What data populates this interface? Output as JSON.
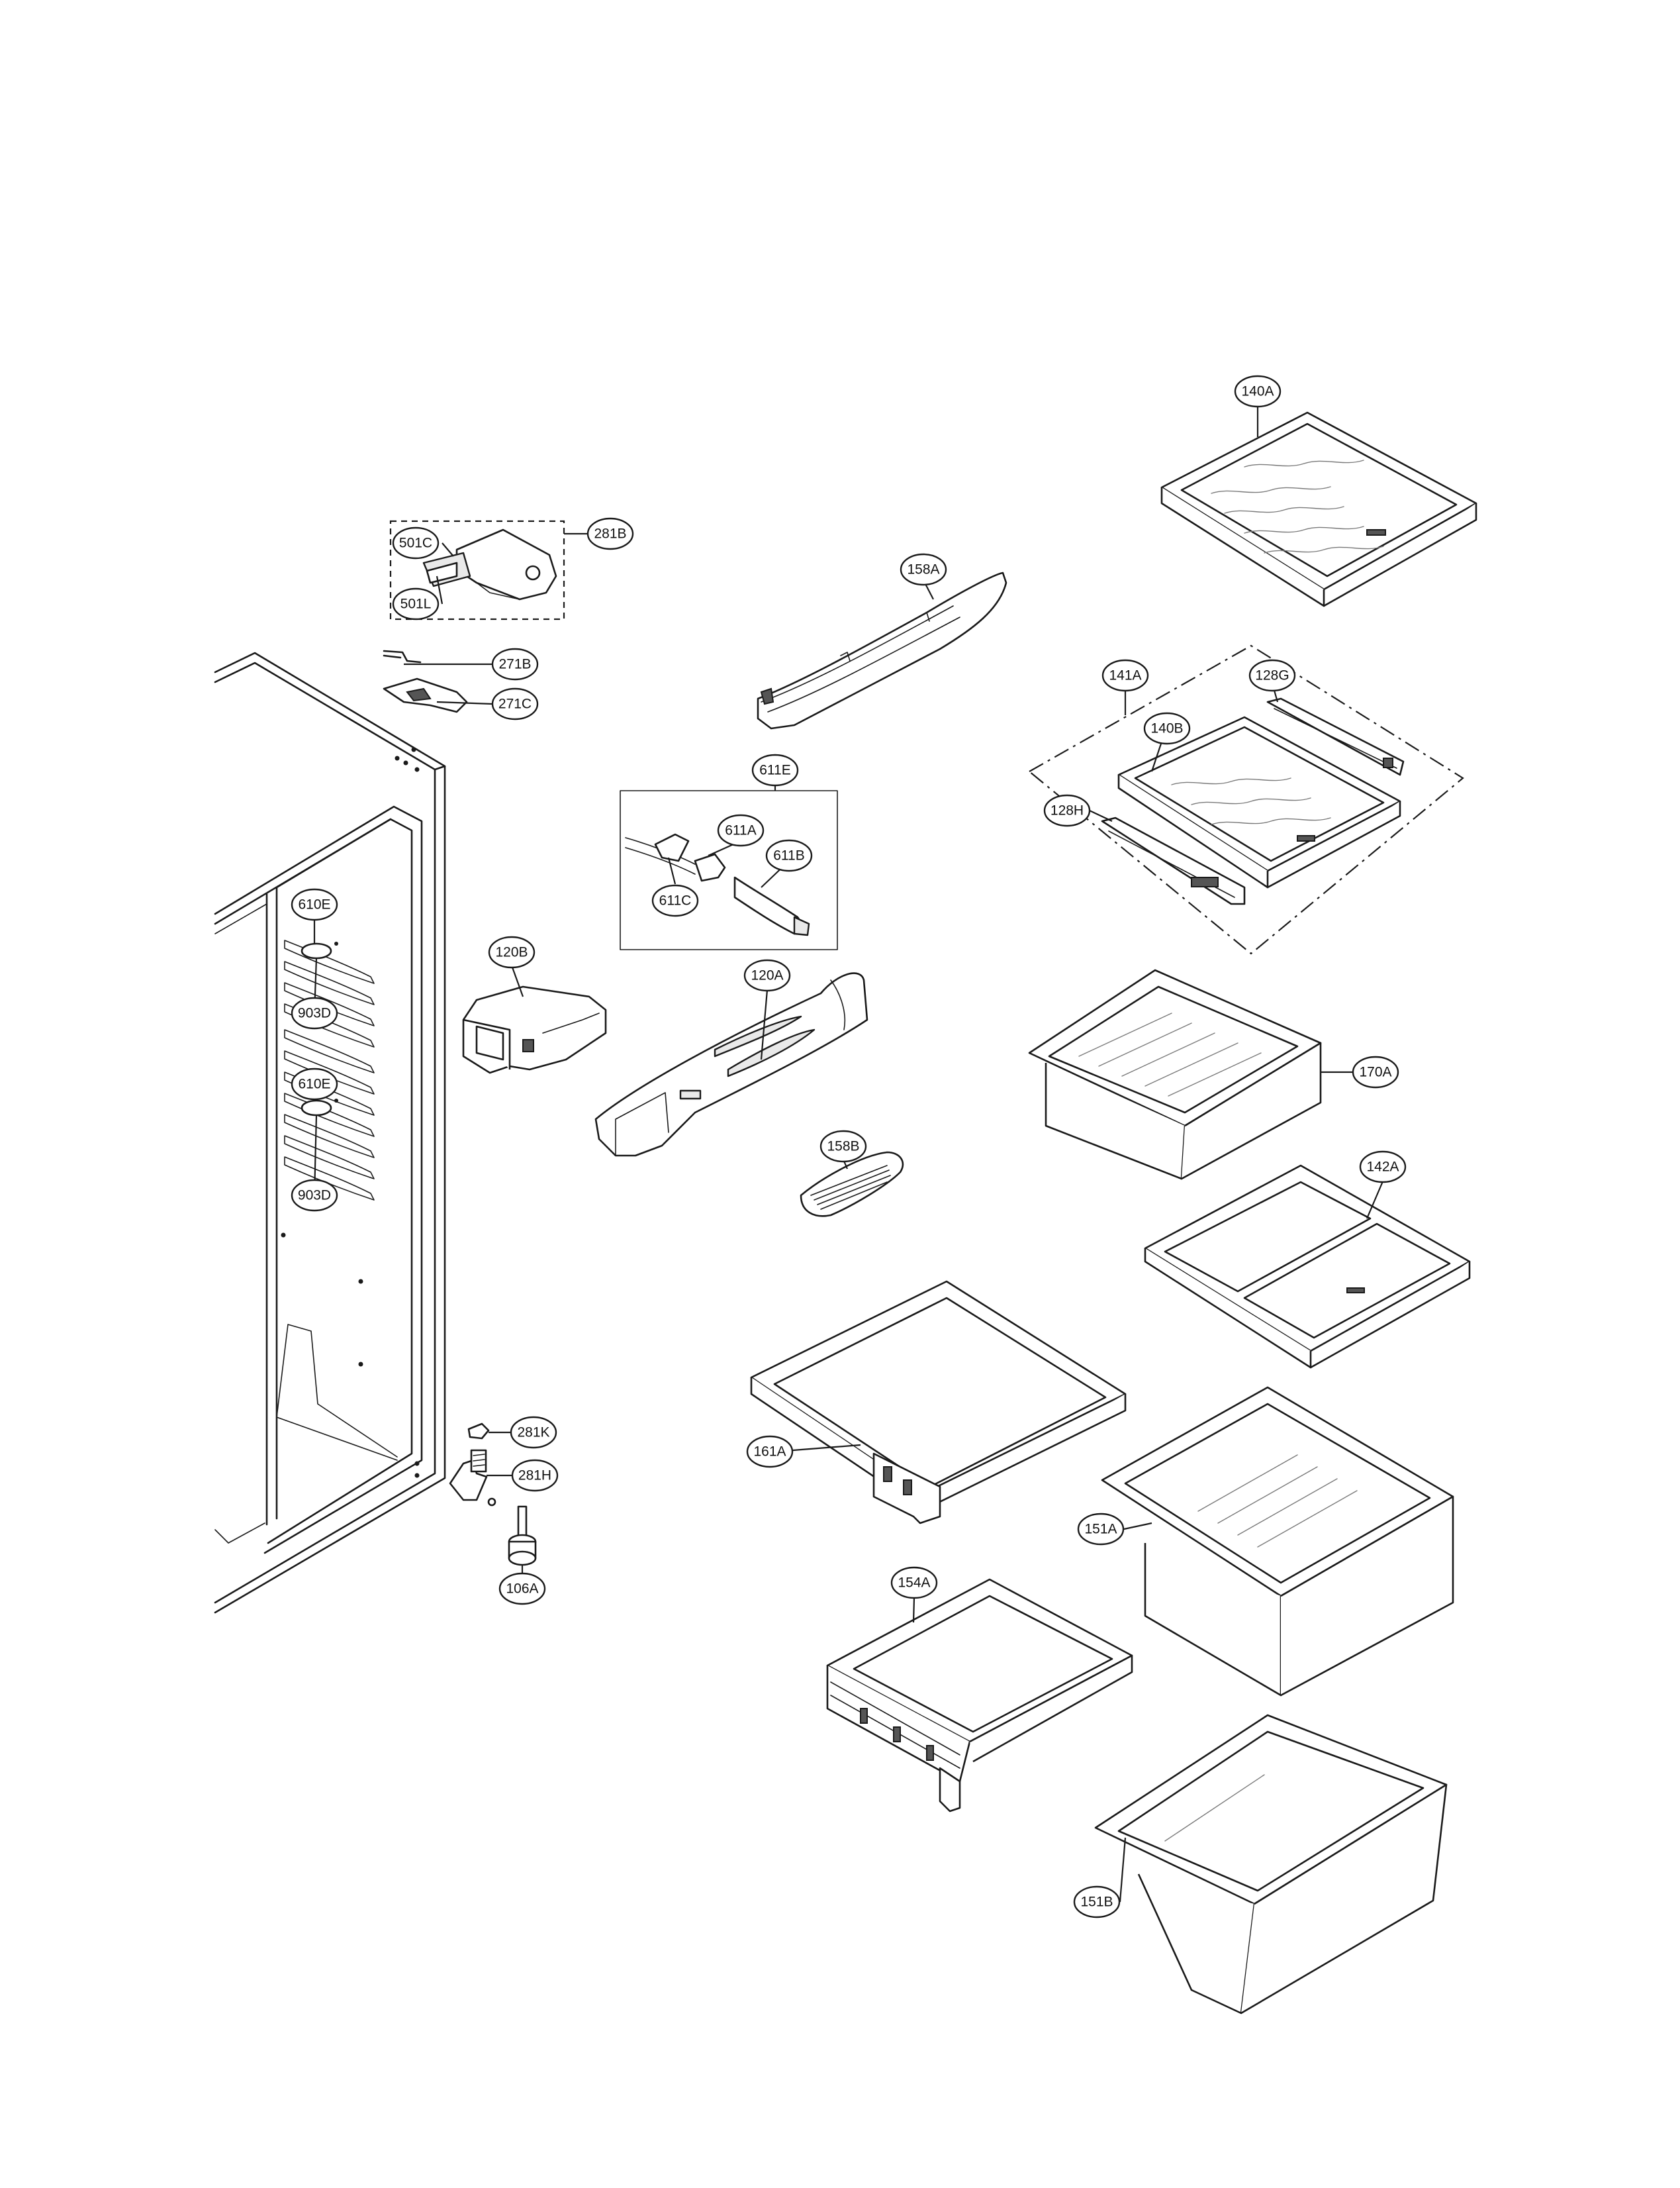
{
  "callouts": {
    "c140A": "140A",
    "c281B": "281B",
    "c501C": "501C",
    "c501L": "501L",
    "c158A": "158A",
    "c271B": "271B",
    "c271C": "271C",
    "c141A": "141A",
    "c128G": "128G",
    "c140B": "140B",
    "c611E": "611E",
    "c128H": "128H",
    "c611A": "611A",
    "c611B": "611B",
    "c611C": "611C",
    "c610E_1": "610E",
    "c903D_1": "903D",
    "c120B": "120B",
    "c120A": "120A",
    "c170A": "170A",
    "c610E_2": "610E",
    "c158B": "158B",
    "c142A": "142A",
    "c903D_2": "903D",
    "c281K": "281K",
    "c161A": "161A",
    "c281H": "281H",
    "c151A": "151A",
    "c106A": "106A",
    "c154A": "154A",
    "c151B": "151B"
  }
}
